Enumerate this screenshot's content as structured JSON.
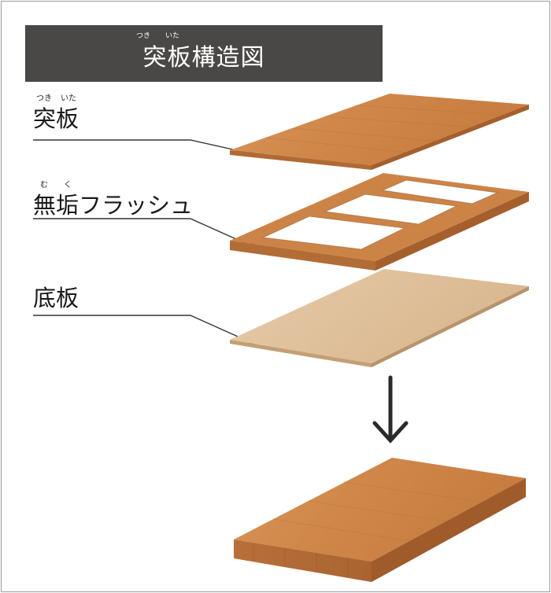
{
  "title": {
    "text": "突板構造図",
    "ruby_tsuki": "つき",
    "ruby_ita": "いた"
  },
  "layers": [
    {
      "name": "突板",
      "ruby_1": "つき",
      "ruby_2": "いた"
    },
    {
      "name": "無垢フラッシュ",
      "ruby_1": "む",
      "ruby_2": "く"
    },
    {
      "name": "底板"
    }
  ],
  "colors": {
    "title_bg": "#4a4846",
    "wood_top": "#d0894a",
    "wood_edge": "#b66d34",
    "mdf_top": "#e0c29c",
    "mdf_edge": "#c9a57d",
    "leader_line": "#333333"
  },
  "icons": [
    "arrow-down-icon"
  ]
}
